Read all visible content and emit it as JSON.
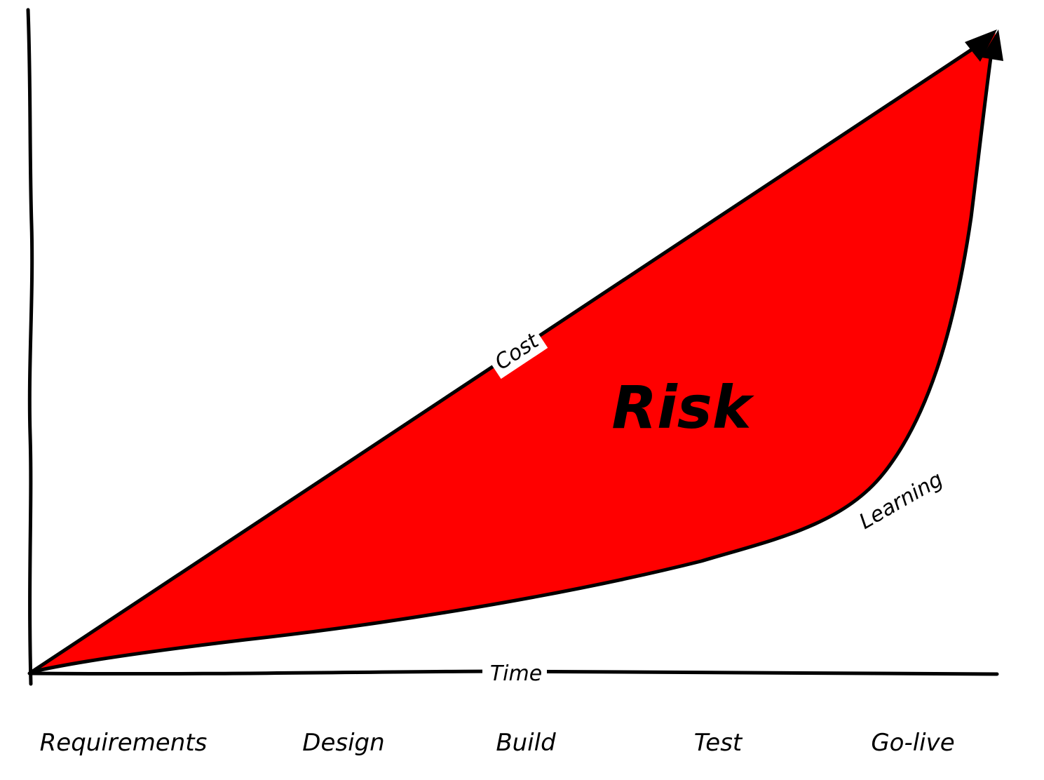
{
  "diagram": {
    "labels": {
      "cost": "Cost",
      "learning": "Learning",
      "risk": "Risk",
      "time": "Time"
    },
    "phases": [
      "Requirements",
      "Design",
      "Build",
      "Test",
      "Go-live"
    ],
    "colors": {
      "fill": "#ff0000",
      "stroke": "#000000",
      "background": "#ffffff"
    }
  }
}
